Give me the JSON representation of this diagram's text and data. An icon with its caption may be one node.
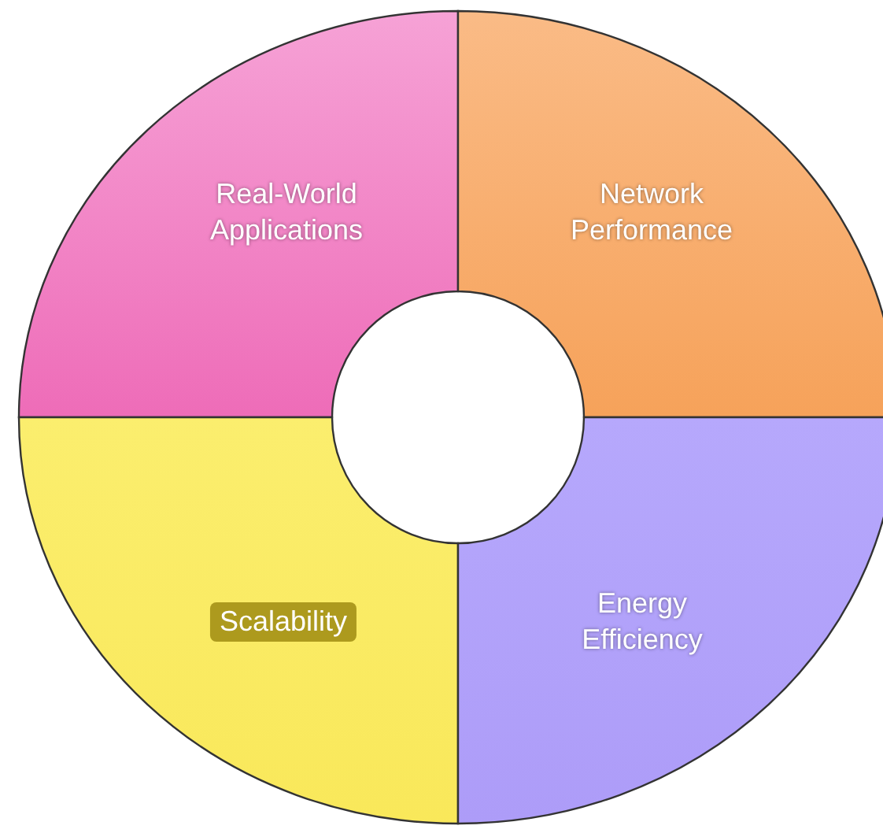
{
  "diagram": {
    "nodes": [
      {
        "text": [
          "Real-World Applications"
        ]
      },
      {
        "text": [
          "Network Performance"
        ]
      },
      {
        "text": [
          "Scalability"
        ]
      },
      {
        "text": [
          "Energy Efficiency"
        ]
      }
    ]
  }
}
